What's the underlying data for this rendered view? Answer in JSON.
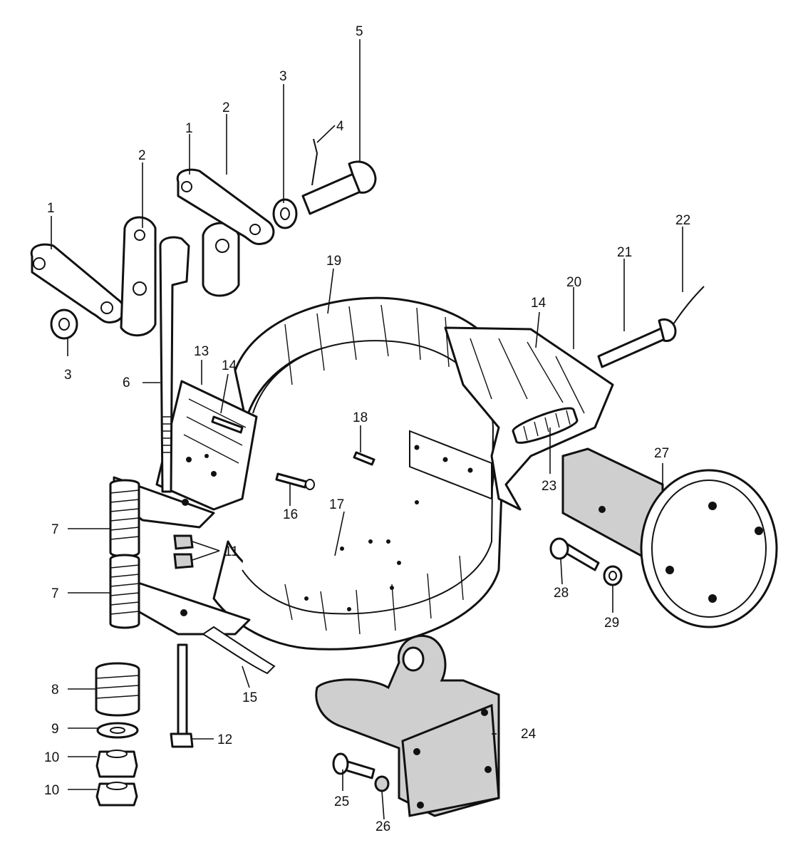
{
  "callouts": {
    "c1a": "1",
    "c1b": "1",
    "c2a": "2",
    "c2b": "2",
    "c3a": "3",
    "c3b": "3",
    "c4": "4",
    "c5": "5",
    "c6": "6",
    "c7a": "7",
    "c7b": "7",
    "c8": "8",
    "c9": "9",
    "c10a": "10",
    "c10b": "10",
    "c11": "11",
    "c12": "12",
    "c13": "13",
    "c14a": "14",
    "c14b": "14",
    "c15": "15",
    "c16": "16",
    "c17": "17",
    "c18": "18",
    "c19": "19",
    "c20": "20",
    "c21": "21",
    "c22": "22",
    "c23": "23",
    "c24": "24",
    "c25": "25",
    "c26": "26",
    "c27": "27",
    "c28": "28",
    "c29": "29"
  }
}
